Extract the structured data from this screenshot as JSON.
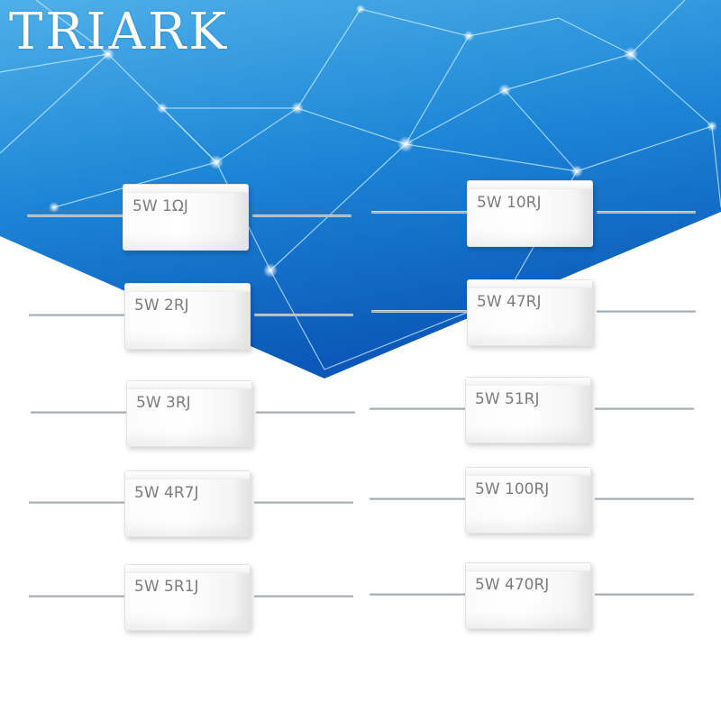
{
  "brand": {
    "name": "TRIARK"
  },
  "colors": {
    "backdrop_top": "#3ea2e0",
    "backdrop_bottom": "#0a5fc0",
    "network_line": "#bfe6ff",
    "node_glow": "#ffffff",
    "resistor_body": "#fafafa",
    "label_text": "#7c7c7c",
    "lead_metal": "#a9b0b6"
  },
  "resistors": {
    "left": [
      {
        "label": "5W 1ΩJ"
      },
      {
        "label": "5W 2RJ"
      },
      {
        "label": "5W 3RJ"
      },
      {
        "label": "5W 4R7J"
      },
      {
        "label": "5W 5R1J"
      }
    ],
    "right": [
      {
        "label": "5W 10RJ"
      },
      {
        "label": "5W 47RJ"
      },
      {
        "label": "5W 51RJ"
      },
      {
        "label": "5W 100RJ"
      },
      {
        "label": "5W 470RJ"
      }
    ]
  }
}
